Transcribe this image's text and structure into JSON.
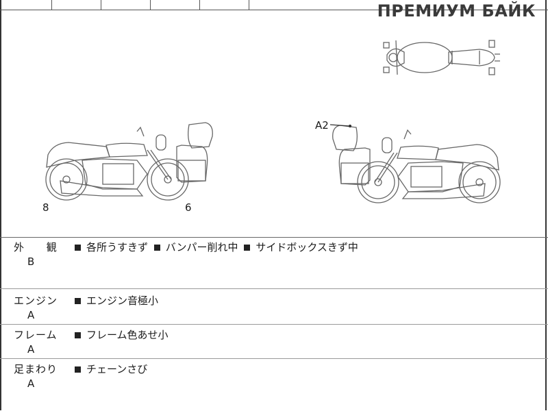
{
  "watermark": "ПРЕМИУМ БАЙК",
  "diagram_marks": {
    "left_front": "6",
    "left_rear": "8",
    "right_box": "A2"
  },
  "sections": {
    "exterior": {
      "label": "外 観",
      "grade": "B",
      "notes": [
        "各所うすきず",
        "バンパー削れ中",
        "サイドボックスきず中"
      ]
    },
    "engine": {
      "label": "エンジン",
      "grade": "A",
      "notes": [
        "エンジン音極小"
      ]
    },
    "frame": {
      "label": "フレーム",
      "grade": "A",
      "notes": [
        "フレーム色あせ小"
      ]
    },
    "suspension": {
      "label": "足まわり",
      "grade": "A",
      "notes": [
        "チェーンさび"
      ]
    }
  }
}
